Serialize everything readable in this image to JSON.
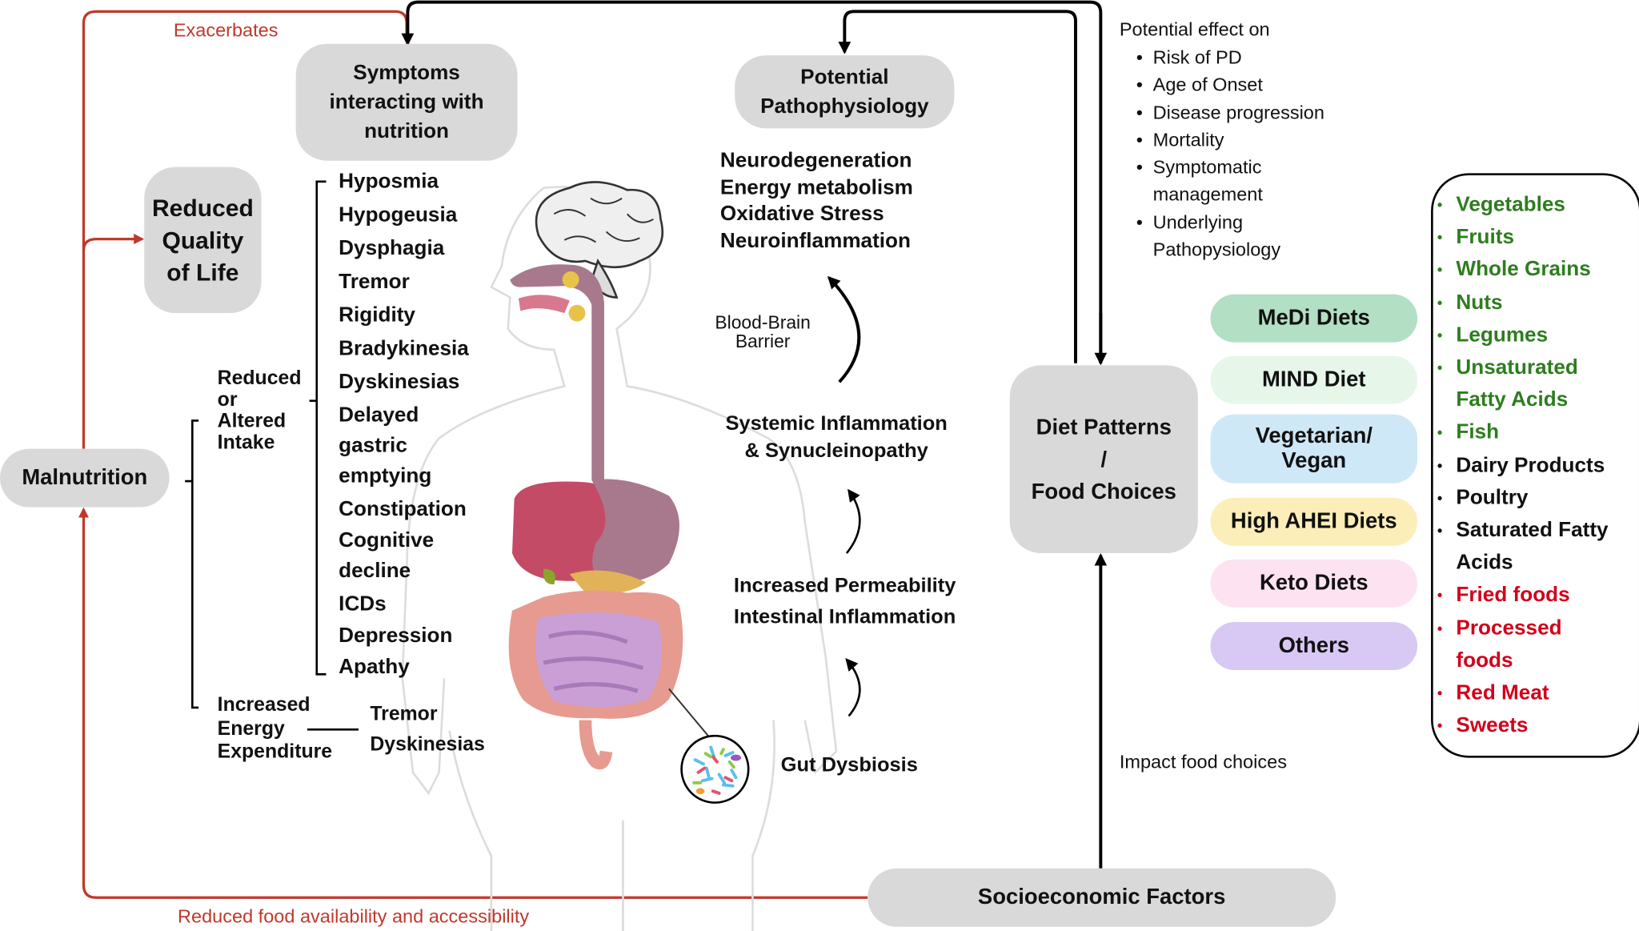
{
  "colors": {
    "red_arrow": "#c0392b",
    "black_arrow": "#000000",
    "grey_box": "#d9d9d9",
    "healthy_food": "#2e7d1f",
    "neutral_food": "#111111",
    "unhealthy_food": "#d0021b"
  },
  "boxes": {
    "symptoms": "Symptoms\ninteracting with\nnutrition",
    "pathophysiology": "Potential\nPathophysiology",
    "quality_of_life": "Reduced\nQuality\nof Life",
    "malnutrition": "Malnutrition",
    "diet_patterns": "Diet Patterns\n/\nFood Choices",
    "socioeconomic": "Socioeconomic Factors"
  },
  "arrow_labels": {
    "exacerbates": "Exacerbates",
    "reduced_food": "Reduced food availability and accessibility",
    "impact_food": "Impact food choices"
  },
  "intake": {
    "reduced": "Reduced\nor\nAltered\nIntake",
    "energy": "Increased\nEnergy\nExpenditure",
    "energy_items": [
      "Tremor",
      "Dyskinesias"
    ]
  },
  "symptoms_list": [
    "Hyposmia",
    "Hypogeusia",
    "Dysphagia",
    "Tremor",
    "Rigidity",
    "Bradykinesia",
    "Dyskinesias",
    "Delayed\ngastric\nemptying",
    "Constipation",
    "Cognitive\ndecline",
    "ICDs",
    "Depression",
    "Apathy"
  ],
  "pathophysiology_list": [
    "Neurodegeneration",
    "Energy metabolism",
    "Oxidative Stress",
    "Neuroinflammation"
  ],
  "gut_brain": {
    "bbb": "Blood-Brain\nBarrier",
    "systemic": "Systemic Inflammation\n& Synucleinopathy",
    "permeability": "Increased Permeability\nIntestinal Inflammation",
    "dysbiosis": "Gut Dysbiosis"
  },
  "effects": {
    "title": "Potential effect on",
    "items": [
      "Risk of PD",
      "Age of Onset",
      "Disease progression",
      "Mortality",
      "Symptomatic\nmanagement",
      "Underlying\nPathopysiology"
    ]
  },
  "diets": [
    {
      "label": "MeDi Diets",
      "color": "#b3dfc4"
    },
    {
      "label": "MIND Diet",
      "color": "#e6f7ea"
    },
    {
      "label": "Vegetarian/\nVegan",
      "color": "#cfe8f7"
    },
    {
      "label": "High AHEI Diets",
      "color": "#fbeeb8"
    },
    {
      "label": "Keto Diets",
      "color": "#fde3f1"
    },
    {
      "label": "Others",
      "color": "#d8c8f4"
    }
  ],
  "foods": [
    {
      "label": "Vegetables",
      "kind": "healthy"
    },
    {
      "label": "Fruits",
      "kind": "healthy"
    },
    {
      "label": "Whole Grains",
      "kind": "healthy"
    },
    {
      "label": "Nuts",
      "kind": "healthy"
    },
    {
      "label": "Legumes",
      "kind": "healthy"
    },
    {
      "label": "Unsaturated\nFatty Acids",
      "kind": "healthy"
    },
    {
      "label": "Fish",
      "kind": "healthy"
    },
    {
      "label": "Dairy Products",
      "kind": "neutral"
    },
    {
      "label": "Poultry",
      "kind": "neutral"
    },
    {
      "label": "Saturated Fatty\nAcids",
      "kind": "neutral"
    },
    {
      "label": "Fried foods",
      "kind": "unhealthy"
    },
    {
      "label": "Processed\nfoods",
      "kind": "unhealthy"
    },
    {
      "label": "Red Meat",
      "kind": "unhealthy"
    },
    {
      "label": "Sweets",
      "kind": "unhealthy"
    }
  ]
}
